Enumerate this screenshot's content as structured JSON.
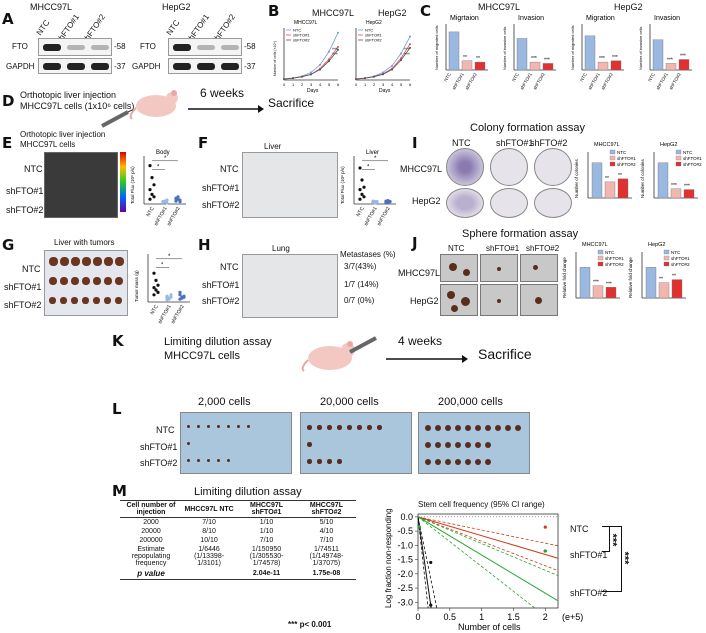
{
  "panels": [
    "A",
    "B",
    "C",
    "D",
    "E",
    "F",
    "G",
    "H",
    "I",
    "J",
    "K",
    "L",
    "M"
  ],
  "A": {
    "left_cells": "MHCC97L",
    "right_cells": "HepG2",
    "lanes": [
      "NTC",
      "shFTO#1",
      "shFTO#2"
    ],
    "rows": [
      "FTO",
      "GAPDH"
    ],
    "sizes": [
      "-58",
      "-37"
    ]
  },
  "B": {
    "charts": [
      {
        "header": "MHCC97L",
        "subtitle": "MHCC97L"
      },
      {
        "header": "HepG2",
        "subtitle": "HepG2"
      }
    ],
    "legend": [
      "NTC",
      "shFTO#1",
      "shFTO#2"
    ],
    "ylabel": "Number of cells (×10⁵)",
    "xlabel": "Days",
    "xticks": [
      "0",
      "1",
      "2",
      "3",
      "4",
      "5",
      "6"
    ],
    "stars": "***"
  },
  "C": {
    "groups": [
      {
        "cell": "MHCC97L",
        "assays": [
          {
            "title": "Migrtaion",
            "ylabel": "Number of migrated cells",
            "values": [
              58,
              14,
              12
            ]
          },
          {
            "title": "Invasion",
            "ylabel": "Number of invasive cells",
            "values": [
              48,
              12,
              10
            ]
          }
        ]
      },
      {
        "cell": "HepG2",
        "assays": [
          {
            "title": "Migration",
            "ylabel": "Number of migrated cells",
            "values": [
              52,
              12,
              14
            ]
          },
          {
            "title": "Invasion",
            "ylabel": "Number of invasive cells",
            "values": [
              46,
              10,
              16
            ]
          }
        ]
      }
    ],
    "categories": [
      "NTC",
      "shFTO#1",
      "shFTO#2"
    ],
    "stars": [
      "**",
      "***"
    ]
  },
  "D": {
    "line1": "Orthotopic liver injection",
    "line2": "MHCC97L cells (1x10⁶ cells)",
    "arrow": "6 weeks",
    "end": "Sacrifice"
  },
  "E": {
    "title1": "Orthotopic liver injection",
    "title2": "MHCC97L cells",
    "rows": [
      "NTC",
      "shFTO#1",
      "shFTO#2"
    ],
    "chart_title": "Body",
    "ylabel": "Total Flux (10⁸ p/s)",
    "star": "*"
  },
  "F": {
    "title": "Liver",
    "rows": [
      "NTC",
      "shFTO#1",
      "shFTO#2"
    ],
    "chart_title": "Liver",
    "ylabel": "Total Flux (10⁸ p/s)",
    "star": "*"
  },
  "G": {
    "title": "Liver with tumors",
    "rows": [
      "NTC",
      "shFTO#1",
      "shFTO#2"
    ],
    "ylabel": "Tumor mass (g)",
    "star": "*"
  },
  "H": {
    "title": "Lung",
    "rows": [
      "NTC",
      "shFTO#1",
      "shFTO#2"
    ],
    "meta_title": "Metastases (%)",
    "meta": [
      "3/7(43%)",
      "1/7 (14%)",
      "0/7 (0%)"
    ]
  },
  "I": {
    "title": "Colony formation assay",
    "cols": [
      "NTC",
      "shFTO#1",
      "shFTO#2"
    ],
    "rows": [
      "MHCC97L",
      "HepG2"
    ],
    "charts": [
      {
        "title": "MHCC97L",
        "ylabel": "Number of colonies",
        "values": [
          230,
          105,
          125
        ]
      },
      {
        "title": "HepG2",
        "ylabel": "Number of colonies",
        "values": [
          230,
          60,
          55
        ]
      }
    ],
    "legend": [
      "NTC",
      "shFTO#1",
      "shFTO#2"
    ]
  },
  "J": {
    "title": "Sphere formation assay",
    "cols": [
      "NTC",
      "shFTO#1",
      "shFTO#2"
    ],
    "rows": [
      "MHCC97L",
      "HepG2"
    ],
    "charts": [
      {
        "title": "MHCC97L",
        "ylabel": "Relative fold change",
        "values": [
          1.0,
          0.4,
          0.35
        ]
      },
      {
        "title": "HepG2",
        "ylabel": "Relative fold change",
        "values": [
          1.0,
          0.5,
          0.6
        ]
      }
    ],
    "legend": [
      "NTC",
      "shFTO#1",
      "shFTO#2"
    ]
  },
  "K": {
    "line1": "Limiting dilution assay",
    "line2": "MHCC97L cells",
    "arrow": "4 weeks",
    "end": "Sacrifice"
  },
  "L": {
    "trays": [
      "2,000 cells",
      "20,000 cells",
      "200,000 cells"
    ],
    "rows": [
      "NTC",
      "shFTO#1",
      "shFTO#2"
    ]
  },
  "M": {
    "title": "Limiting dilution assay",
    "headers": [
      "Cell number of injection",
      "MHCC97L NTC",
      "MHCC97L shFTO#1",
      "MHCC97L shFTO#2"
    ],
    "rows": [
      [
        "2000",
        "7/10",
        "1/10",
        "5/10"
      ],
      [
        "20000",
        "8/10",
        "1/10",
        "4/10"
      ],
      [
        "200000",
        "10/10",
        "7/10",
        "7/10"
      ],
      [
        "Estimate repopulating frequency",
        "1/6446 (1/13398-1/3101)",
        "1/150950 (1/305530-1/74578)",
        "1/74511 (1/149748-1/37075)"
      ]
    ],
    "pvalue_label": "p value",
    "pvalues": [
      "2.04e-11",
      "1.75e-08"
    ],
    "footnote": "*** p< 0.001",
    "plot_title": "Stem cell frequency (95% CI range)",
    "plot_ylabel": "Log fraction non-responding",
    "plot_xlabel": "Number of cells",
    "plot_xunit": "(e+5)",
    "legend": [
      "NTC",
      "shFTO#1",
      "shFTO#2"
    ],
    "sig": [
      "***",
      "***"
    ]
  },
  "chart_data": [
    {
      "type": "line",
      "title": "MHCC97L",
      "x": [
        0,
        1,
        2,
        3,
        4,
        5,
        6
      ],
      "series": [
        {
          "name": "NTC",
          "values": [
            0.1,
            0.2,
            0.4,
            0.8,
            1.6,
            3.0,
            5.0
          ]
        },
        {
          "name": "shFTO#1",
          "values": [
            0.1,
            0.2,
            0.35,
            0.6,
            1.2,
            2.2,
            3.5
          ]
        },
        {
          "name": "shFTO#2",
          "values": [
            0.1,
            0.2,
            0.35,
            0.6,
            1.1,
            2.0,
            3.2
          ]
        }
      ]
    },
    {
      "type": "line",
      "title": "HepG2",
      "x": [
        0,
        1,
        2,
        3,
        4,
        5,
        6
      ],
      "series": [
        {
          "name": "NTC",
          "values": [
            0.1,
            0.2,
            0.4,
            0.8,
            1.5,
            2.8,
            4.6
          ]
        },
        {
          "name": "shFTO#1",
          "values": [
            0.1,
            0.2,
            0.35,
            0.65,
            1.2,
            2.3,
            3.8
          ]
        },
        {
          "name": "shFTO#2",
          "values": [
            0.1,
            0.2,
            0.35,
            0.6,
            1.1,
            2.1,
            3.4
          ]
        }
      ]
    },
    {
      "type": "line",
      "title": "Stem cell frequency (95% CI range)",
      "xlabel": "Number of cells",
      "ylabel": "Log fraction non-responding",
      "xlim": [
        0,
        2.2
      ],
      "ylim": [
        -3.2,
        0.1
      ],
      "xticks": [
        "0",
        "0.5",
        "1",
        "1.5",
        "2"
      ],
      "yticks": [
        "0.0",
        "-0.5",
        "-1.0",
        "-1.5",
        "-2.0",
        "-2.5",
        "-3.0"
      ],
      "series": [
        {
          "name": "NTC",
          "slope": -15.5
        },
        {
          "name": "shFTO#1",
          "slope": -0.66
        },
        {
          "name": "shFTO#2",
          "slope": -1.34
        }
      ]
    }
  ]
}
